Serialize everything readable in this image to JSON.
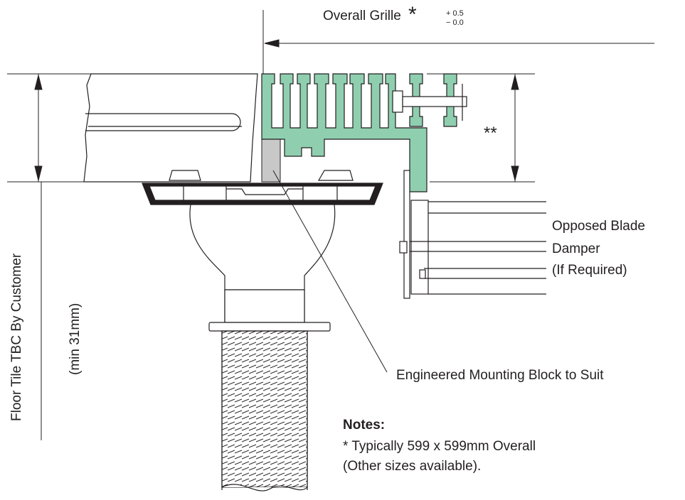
{
  "labels": {
    "overall_grille": "Overall Grille",
    "overall_grille_star": "*",
    "tolerance_plus": "+ 0.5",
    "tolerance_minus": "− 0.0",
    "double_star": "**",
    "damper_line1": "Opposed Blade",
    "damper_line2": "Damper",
    "damper_line3": "(If Required)",
    "mounting_block": "Engineered Mounting Block to Suit",
    "floor_tile": "Floor Tile TBC By Customer",
    "min_height": "(min 31mm)"
  },
  "notes": {
    "title": "Notes:",
    "line1": "* Typically 599 x 599mm Overall",
    "line2": "(Other sizes available)."
  },
  "colors": {
    "grille_green": "#8fcfb0",
    "block_grey": "#c8c8c8",
    "line": "#231f20"
  }
}
